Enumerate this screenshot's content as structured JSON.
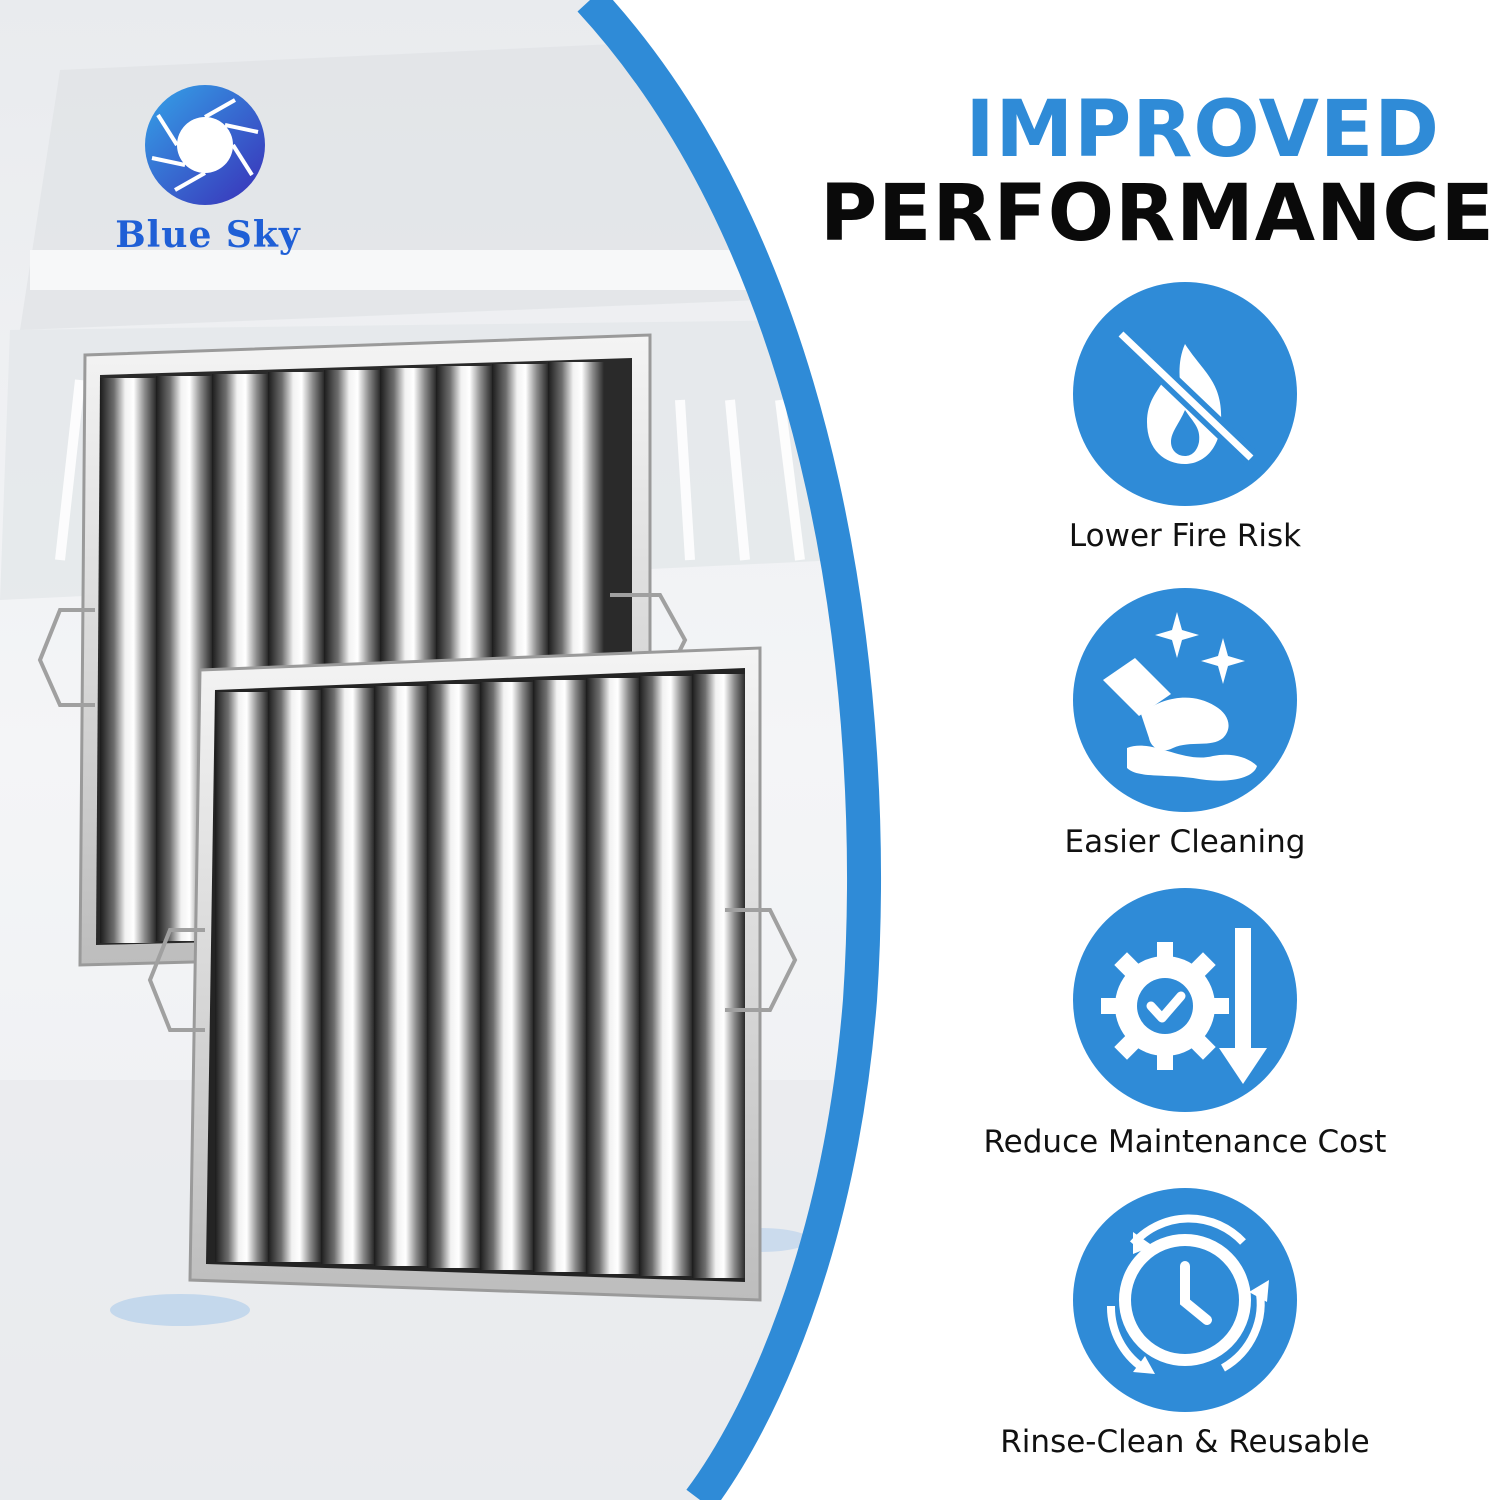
{
  "brand": {
    "name": "Blue Sky",
    "logo_icon": "aperture-ring-logo-icon"
  },
  "headline": {
    "line1": "IMPROVED",
    "line2": "PERFORMANCE"
  },
  "colors": {
    "accent": "#2f8bd7",
    "brand_text": "#1f5fd6",
    "headline_dark": "#0a0a0a"
  },
  "features": [
    {
      "label": "Lower Fire Risk",
      "icon": "no-fire-icon"
    },
    {
      "label": "Easier Cleaning",
      "icon": "cleaning-sponge-icon"
    },
    {
      "label": "Reduce Maintenance Cost",
      "icon": "gear-check-down-arrow-icon"
    },
    {
      "label": "Rinse-Clean & Reusable",
      "icon": "clock-reuse-cycle-icon"
    }
  ]
}
